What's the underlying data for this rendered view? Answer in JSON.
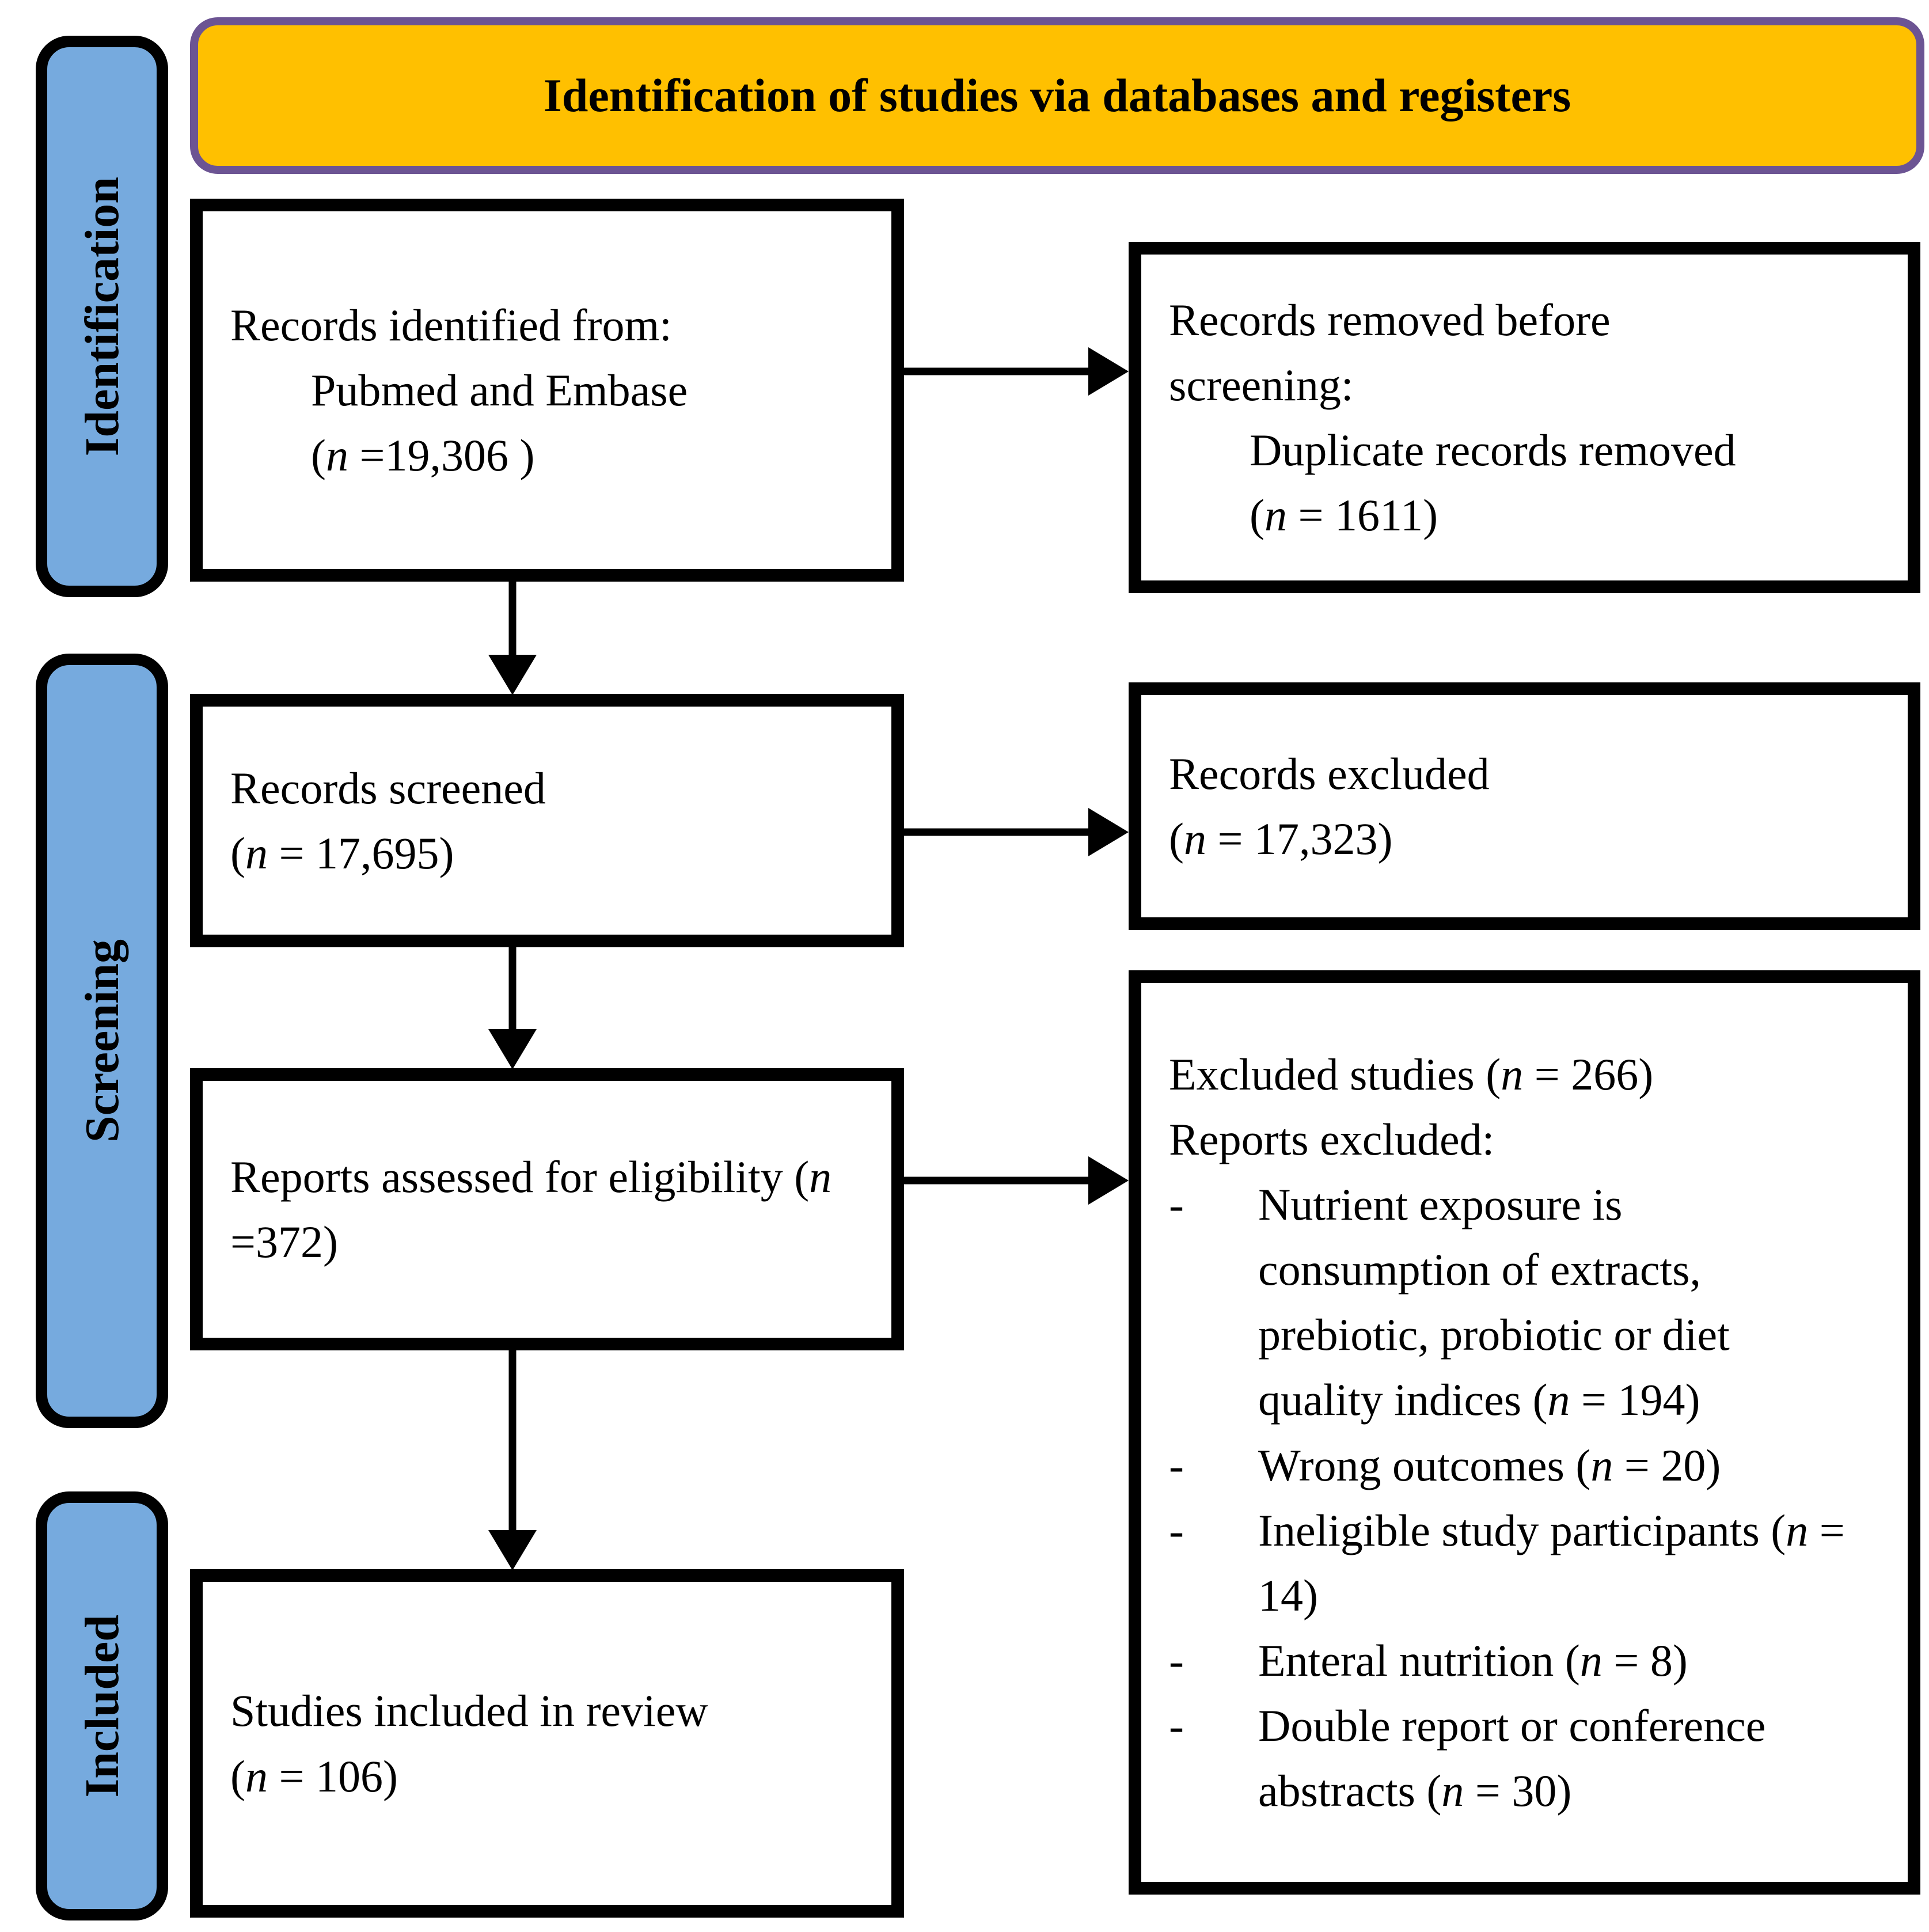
{
  "colors": {
    "header_fill": "#FFC000",
    "header_border": "#6C5493",
    "stage_fill": "#76AADE",
    "box_border": "#000000"
  },
  "header": {
    "title": "Identification of studies via databases and registers"
  },
  "stages": {
    "identification": "Identification",
    "screening": "Screening",
    "included": "Included"
  },
  "boxes": {
    "identified": {
      "line1": "Records identified from:",
      "line2": "Pubmed and Embase",
      "n_line": {
        "pre": "(",
        "n": "n",
        "post": " =19,306 )"
      }
    },
    "removed": {
      "line1": "Records removed before screening:",
      "line2": "Duplicate records removed",
      "n_line": {
        "pre": "(",
        "n": "n",
        "post": " = 1611)"
      }
    },
    "screened": {
      "line1": "Records screened",
      "n_line": {
        "pre": "(",
        "n": "n",
        "post": " = 17,695)"
      }
    },
    "excluded": {
      "line1": "Records excluded",
      "n_line": {
        "pre": "(",
        "n": "n",
        "post": " = 17,323)"
      }
    },
    "assessed": {
      "seg": {
        "pre": "Reports assessed for eligibility (",
        "n": "n",
        "post": " =372)"
      }
    },
    "excluded_studies": {
      "title_seg": {
        "pre": "Excluded studies (",
        "n": "n",
        "post": " = 266)"
      },
      "subtitle": "Reports excluded:",
      "bullet_marker": "-",
      "bullets": [
        {
          "pre": "Nutrient exposure is consumption of extracts, prebiotic, probiotic or diet quality indices (",
          "n": "n",
          "post": " = 194)"
        },
        {
          "pre": "Wrong outcomes (",
          "n": "n",
          "post": " = 20)"
        },
        {
          "pre": "Ineligible study participants (",
          "n": "n",
          "post": " = 14)"
        },
        {
          "pre": "Enteral nutrition (",
          "n": "n",
          "post": " = 8)"
        },
        {
          "pre": "Double report or conference abstracts (",
          "n": "n",
          "post": " = 30)"
        }
      ]
    },
    "included": {
      "line1": "Studies included in review",
      "n_line": {
        "pre": "(",
        "n": "n",
        "post": " = 106)"
      }
    }
  }
}
